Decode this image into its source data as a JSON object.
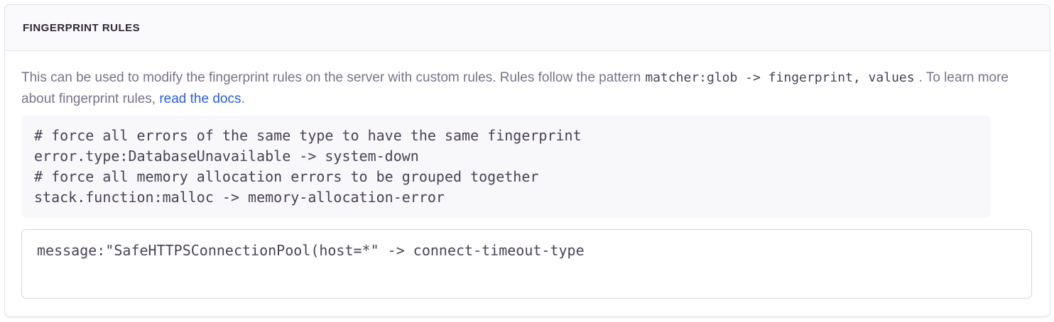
{
  "panel": {
    "title": "FINGERPRINT RULES",
    "description": {
      "text_before_code": "This can be used to modify the fingerprint rules on the server with custom rules. Rules follow the pattern",
      "inline_code": "matcher:glob -> fingerprint, values",
      "text_after_code": ". To learn more about fingerprint rules, ",
      "link_text": "read the docs",
      "text_end": "."
    },
    "example_code": "# force all errors of the same type to have the same fingerprint\nerror.type:DatabaseUnavailable -> system-down\n# force all memory allocation errors to be grouped together\nstack.function:malloc -> memory-allocation-error",
    "rules_input": {
      "value": "message:\"SafeHTTPSConnectionPool(host=*\" -> connect-timeout-type"
    },
    "colors": {
      "title_text": "#2f2936",
      "muted_text": "#7a7288",
      "code_text": "#4a4356",
      "link": "#2b5cd9",
      "panel_border": "#e3e0e8",
      "header_bg": "#faf9fb",
      "code_block_bg": "#f8f7fa",
      "input_border": "#d9d5e0"
    }
  }
}
